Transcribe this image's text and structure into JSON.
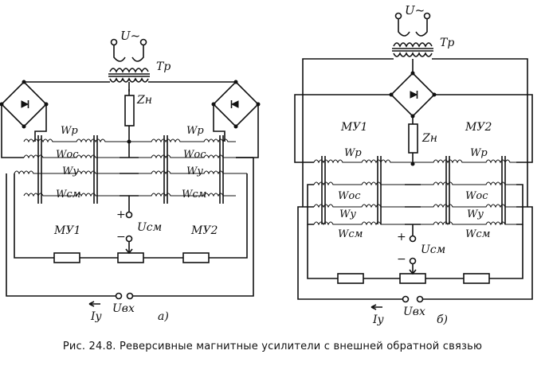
{
  "caption": "Рис. 24.8. Реверсивные магнитные усилители с внешней обратной связью",
  "diagram_a": {
    "tag": "а)",
    "labels": {
      "u_supply": "U~",
      "transformer": "Тр",
      "load": "Zн",
      "w_p_left": "Wр",
      "w_p_right": "Wр",
      "w_oc_left": "Wос",
      "w_oc_right": "Wос",
      "w_y_left": "Wу",
      "w_y_right": "Wу",
      "w_cm_left": "Wсм",
      "w_cm_right": "Wсм",
      "amp_left": "МУ1",
      "amp_right": "МУ2",
      "u_bias": "Uсм",
      "u_in": "Uвх",
      "i_ctrl": "Iу",
      "plus": "+",
      "minus": "−"
    }
  },
  "diagram_b": {
    "tag": "б)",
    "labels": {
      "u_supply": "U~",
      "transformer": "Тр",
      "load": "Zн",
      "w_p_left": "Wр",
      "w_p_right": "Wр",
      "w_oc_left": "Wос",
      "w_oc_right": "Wос",
      "w_y_left": "Wу",
      "w_y_right": "Wу",
      "w_cm_left": "Wсм",
      "w_cm_right": "Wсм",
      "amp_left": "МУ1",
      "amp_right": "МУ2",
      "u_bias": "Uсм",
      "u_in": "Uвх",
      "i_ctrl": "Iу",
      "plus": "+",
      "minus": "−"
    }
  }
}
